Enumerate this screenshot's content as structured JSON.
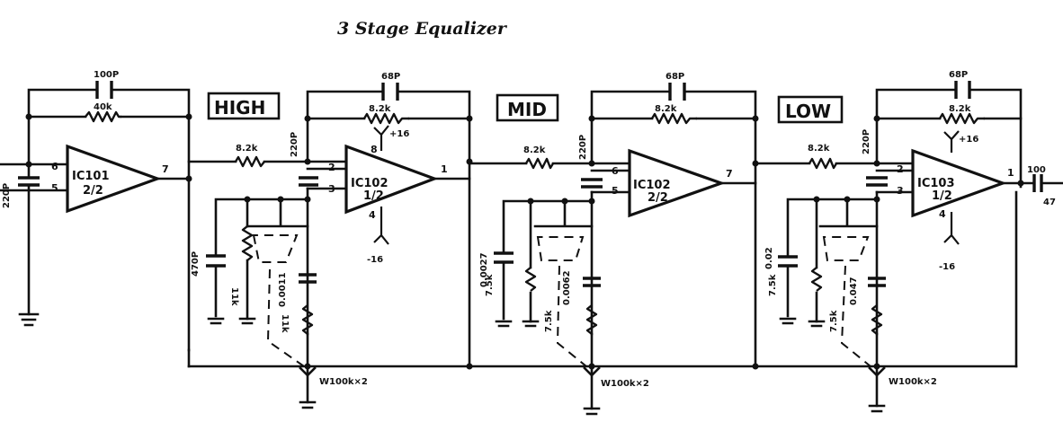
{
  "title": "3 Stage Equalizer",
  "bands": [
    "HIGH",
    "MID",
    "LOW"
  ],
  "stages": [
    {
      "ic_top": "IC101",
      "ic_bottom": "2/2",
      "pin_in_a": "6",
      "pin_in_b": "5",
      "pin_out": "7",
      "c_in": "220P",
      "c_fb": "100P",
      "r_fb": "40k"
    },
    {
      "ic_top": "IC102",
      "ic_bottom": "1/2",
      "pin_in_a": "2",
      "pin_in_b": "3",
      "pin_out": "1",
      "pin_v_pos": "8",
      "pin_v_neg": "4",
      "v_pos": "+16",
      "v_neg": "-16",
      "r_in": "8.2k",
      "c_in": "220P",
      "c_fb": "68P",
      "r_fb": "8.2k",
      "c_a": "470P",
      "r_a": "11k",
      "c_b": "0.0011",
      "r_b": "11k",
      "pot": "W100k×2"
    },
    {
      "ic_top": "IC102",
      "ic_bottom": "2/2",
      "pin_in_a": "6",
      "pin_in_b": "5",
      "pin_out": "7",
      "r_in": "8.2k",
      "c_in": "220P",
      "c_fb": "68P",
      "r_fb": "8.2k",
      "c_a": "0.0027",
      "r_a": "7.5k",
      "c_b": "0.0062",
      "r_b": "7.5k",
      "pot": "W100k×2"
    },
    {
      "ic_top": "IC103",
      "ic_bottom": "1/2",
      "pin_in_a": "2",
      "pin_in_b": "3",
      "pin_out": "1",
      "pin_v_neg": "4",
      "v_pos": "+16",
      "v_neg": "-16",
      "r_in": "8.2k",
      "c_in": "220P",
      "c_fb": "68P",
      "r_fb": "8.2k",
      "c_a": "0.02",
      "r_a": "7.5k",
      "c_b": "0.047",
      "r_b": "7.5k",
      "pot": "W100k×2",
      "c_out": "100",
      "out_label": "47"
    }
  ]
}
